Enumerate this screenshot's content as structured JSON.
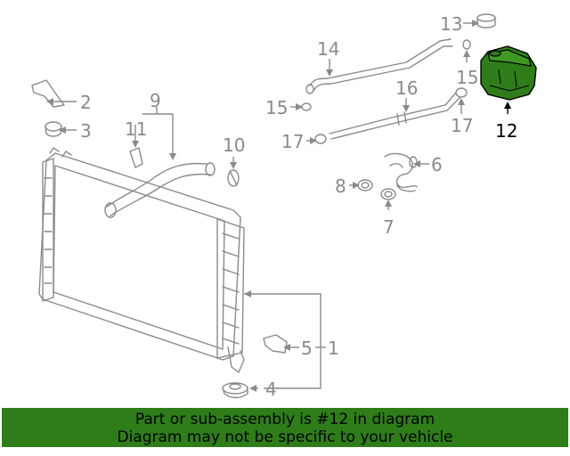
{
  "highlight_color": "#2e7d18",
  "callouts": {
    "c1": "1",
    "c2": "2",
    "c3": "3",
    "c4": "4",
    "c5": "5",
    "c6": "6",
    "c7": "7",
    "c8": "8",
    "c9": "9",
    "c10": "10",
    "c11": "11",
    "c12": "12",
    "c13": "13",
    "c14": "14",
    "c15a": "15",
    "c15b": "15",
    "c16": "16",
    "c17a": "17",
    "c17b": "17"
  },
  "banner": {
    "line1": "Part or sub-assembly is #12 in diagram",
    "line2": "Diagram may not be specific to your vehicle"
  }
}
